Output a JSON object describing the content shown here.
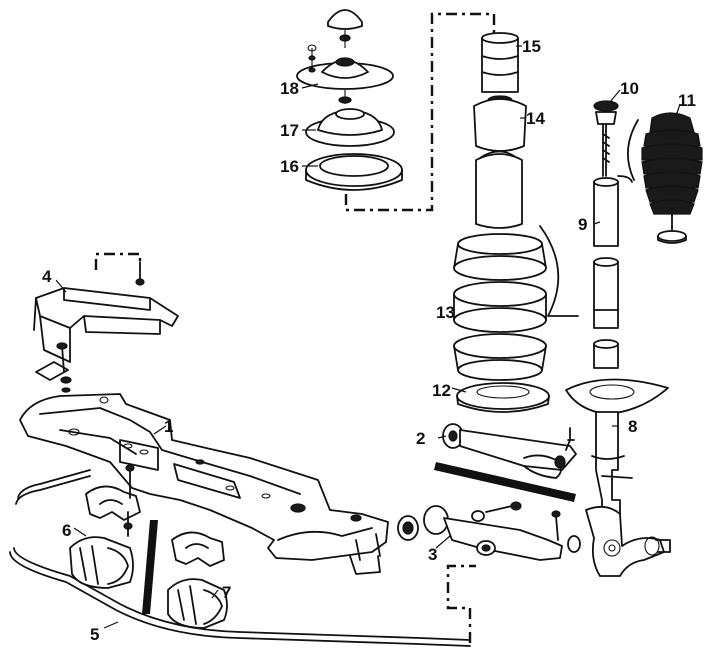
{
  "callouts": [
    {
      "id": "c1",
      "text": "1"
    },
    {
      "id": "c2",
      "text": "2"
    },
    {
      "id": "c3",
      "text": "3"
    },
    {
      "id": "c4",
      "text": "4"
    },
    {
      "id": "c5",
      "text": "5"
    },
    {
      "id": "c6",
      "text": "6"
    },
    {
      "id": "c7",
      "text": "7"
    },
    {
      "id": "c8",
      "text": "8"
    },
    {
      "id": "c9",
      "text": "9"
    },
    {
      "id": "c10",
      "text": "10"
    },
    {
      "id": "c11",
      "text": "11"
    },
    {
      "id": "c12",
      "text": "12"
    },
    {
      "id": "c13",
      "text": "13"
    },
    {
      "id": "c14",
      "text": "14"
    },
    {
      "id": "c15",
      "text": "15"
    },
    {
      "id": "c16",
      "text": "16"
    },
    {
      "id": "c17",
      "text": "17"
    },
    {
      "id": "c18",
      "text": "18"
    }
  ]
}
